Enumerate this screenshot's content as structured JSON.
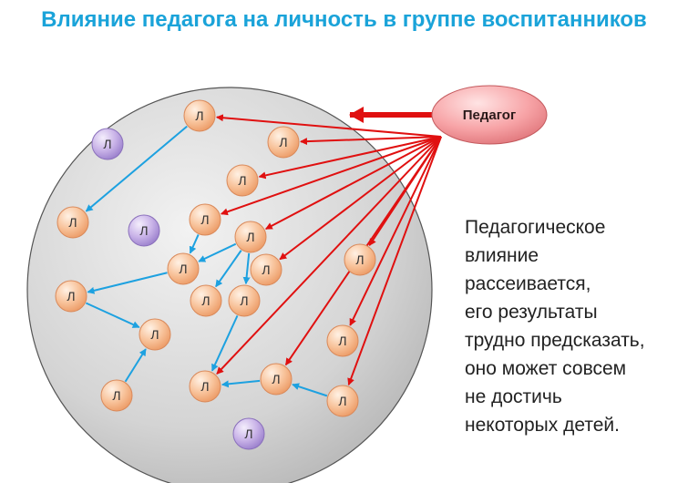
{
  "title": "Влияние педагога на личность в группе воспитанников",
  "teacher_label": "Педагог",
  "node_label": "Л",
  "caption_lines": [
    "Педагогическое",
    "влияние",
    "рассеивается,",
    "его результаты",
    "трудно предсказать,",
    "оно может совсем",
    "не достичь",
    "некоторых детей."
  ],
  "colors": {
    "title": "#1aa3d9",
    "influence_arrow": "#e01010",
    "peer_arrow": "#1da1e0",
    "child_node": "#f8c39b",
    "isolated_node": "#c9b3e8",
    "teacher_node": "#f7a3a6",
    "group_circle": "#d9d9d9"
  },
  "nodes": [
    {
      "id": "n1",
      "kind": "child"
    },
    {
      "id": "n2",
      "kind": "child"
    },
    {
      "id": "n3",
      "kind": "child"
    },
    {
      "id": "n4",
      "kind": "child"
    },
    {
      "id": "n5",
      "kind": "child"
    },
    {
      "id": "n6",
      "kind": "child"
    },
    {
      "id": "n7",
      "kind": "child"
    },
    {
      "id": "n8",
      "kind": "child"
    },
    {
      "id": "n9",
      "kind": "child"
    },
    {
      "id": "n10",
      "kind": "child"
    },
    {
      "id": "n11",
      "kind": "child"
    },
    {
      "id": "n12",
      "kind": "child"
    },
    {
      "id": "n13",
      "kind": "child"
    },
    {
      "id": "n14",
      "kind": "child"
    },
    {
      "id": "n15",
      "kind": "child"
    },
    {
      "id": "n16",
      "kind": "child"
    },
    {
      "id": "n17",
      "kind": "child"
    },
    {
      "id": "n18",
      "kind": "child"
    },
    {
      "id": "p1",
      "kind": "isolated"
    },
    {
      "id": "p2",
      "kind": "isolated"
    },
    {
      "id": "p3",
      "kind": "isolated"
    }
  ],
  "influence_targets": [
    "n1",
    "n2",
    "n3",
    "n4",
    "n5",
    "n6",
    "n7",
    "n8",
    "n9",
    "n10",
    "n11"
  ],
  "peer_edges": [
    [
      "n1",
      "n12"
    ],
    [
      "n5",
      "n13"
    ],
    [
      "n5",
      "n14"
    ],
    [
      "n5",
      "n15"
    ],
    [
      "n4",
      "n13"
    ],
    [
      "n13",
      "n16"
    ],
    [
      "n16",
      "n17"
    ],
    [
      "n18",
      "n17"
    ],
    [
      "n15",
      "n11"
    ],
    [
      "n10",
      "n11"
    ],
    [
      "n9",
      "n10"
    ]
  ]
}
